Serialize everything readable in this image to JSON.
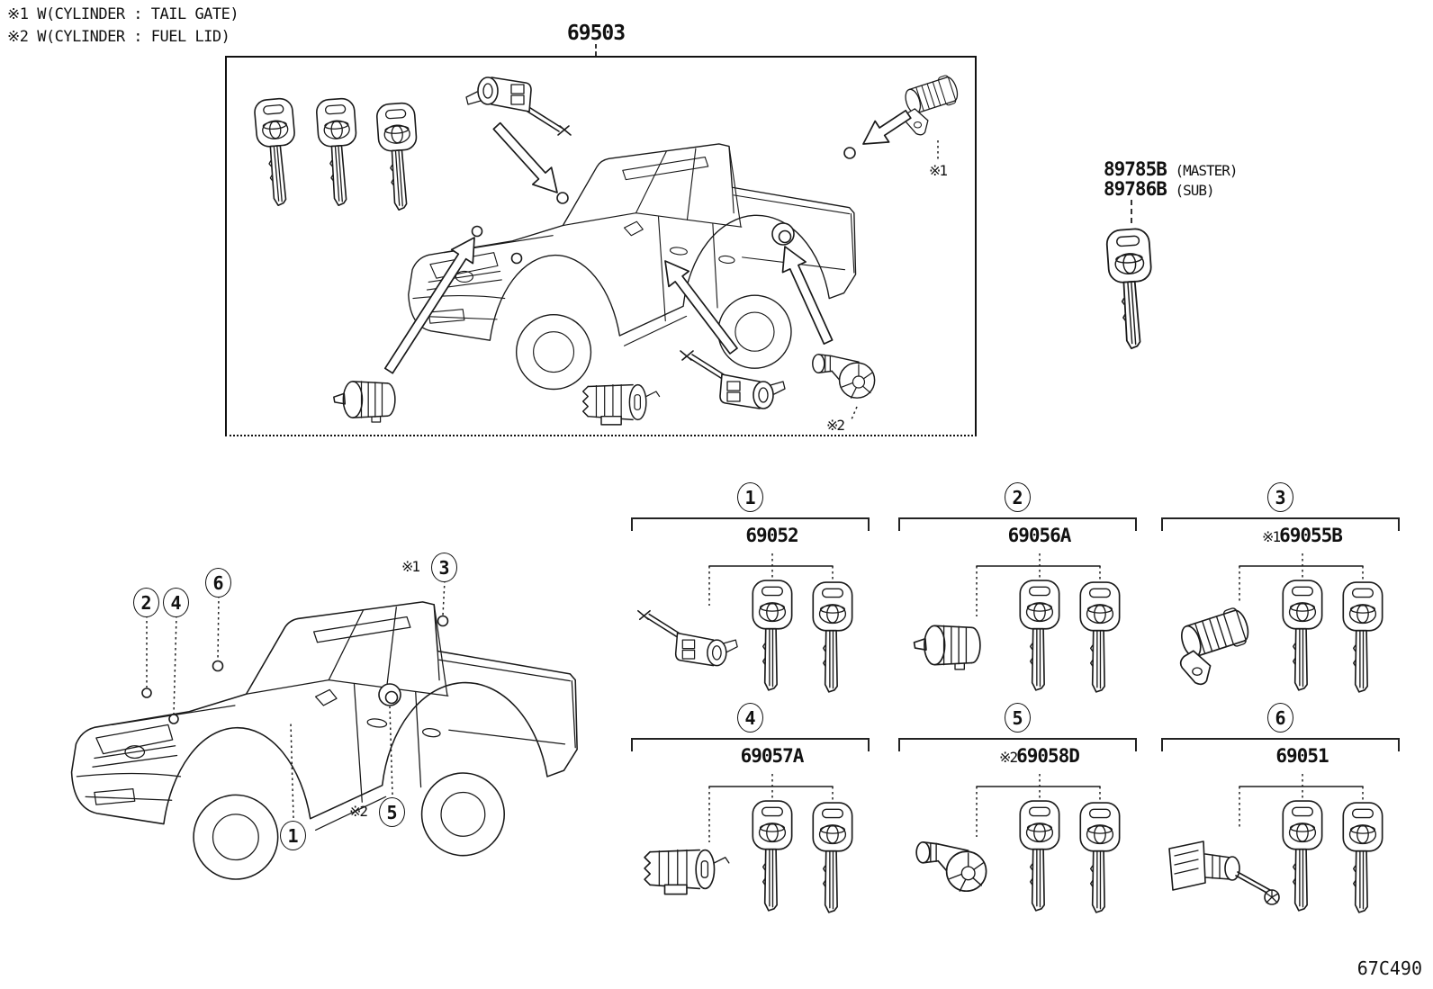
{
  "notes": {
    "note1": "※1 W(CYLINDER : TAIL GATE)",
    "note2": "※2 W(CYLINDER : FUEL LID)"
  },
  "main_assembly": {
    "part_number": "69503",
    "ref1": "※1",
    "ref2": "※2"
  },
  "master_key": {
    "part1": "89785B",
    "part1_type": "(MASTER)",
    "part2": "89786B",
    "part2_type": "(SUB)"
  },
  "vehicle_callouts": [
    {
      "num": "1",
      "prefix": ""
    },
    {
      "num": "2",
      "prefix": ""
    },
    {
      "num": "3",
      "prefix": "※1"
    },
    {
      "num": "4",
      "prefix": ""
    },
    {
      "num": "5",
      "prefix": "※2"
    },
    {
      "num": "6",
      "prefix": ""
    }
  ],
  "panels": [
    {
      "num": "1",
      "prefix": "",
      "part_number": "69052"
    },
    {
      "num": "2",
      "prefix": "",
      "part_number": "69056A"
    },
    {
      "num": "3",
      "prefix": "※1",
      "part_number": "69055B"
    },
    {
      "num": "4",
      "prefix": "",
      "part_number": "69057A"
    },
    {
      "num": "5",
      "prefix": "※2",
      "part_number": "69058D"
    },
    {
      "num": "6",
      "prefix": "",
      "part_number": "69051"
    }
  ],
  "diagram_code": "67C490"
}
